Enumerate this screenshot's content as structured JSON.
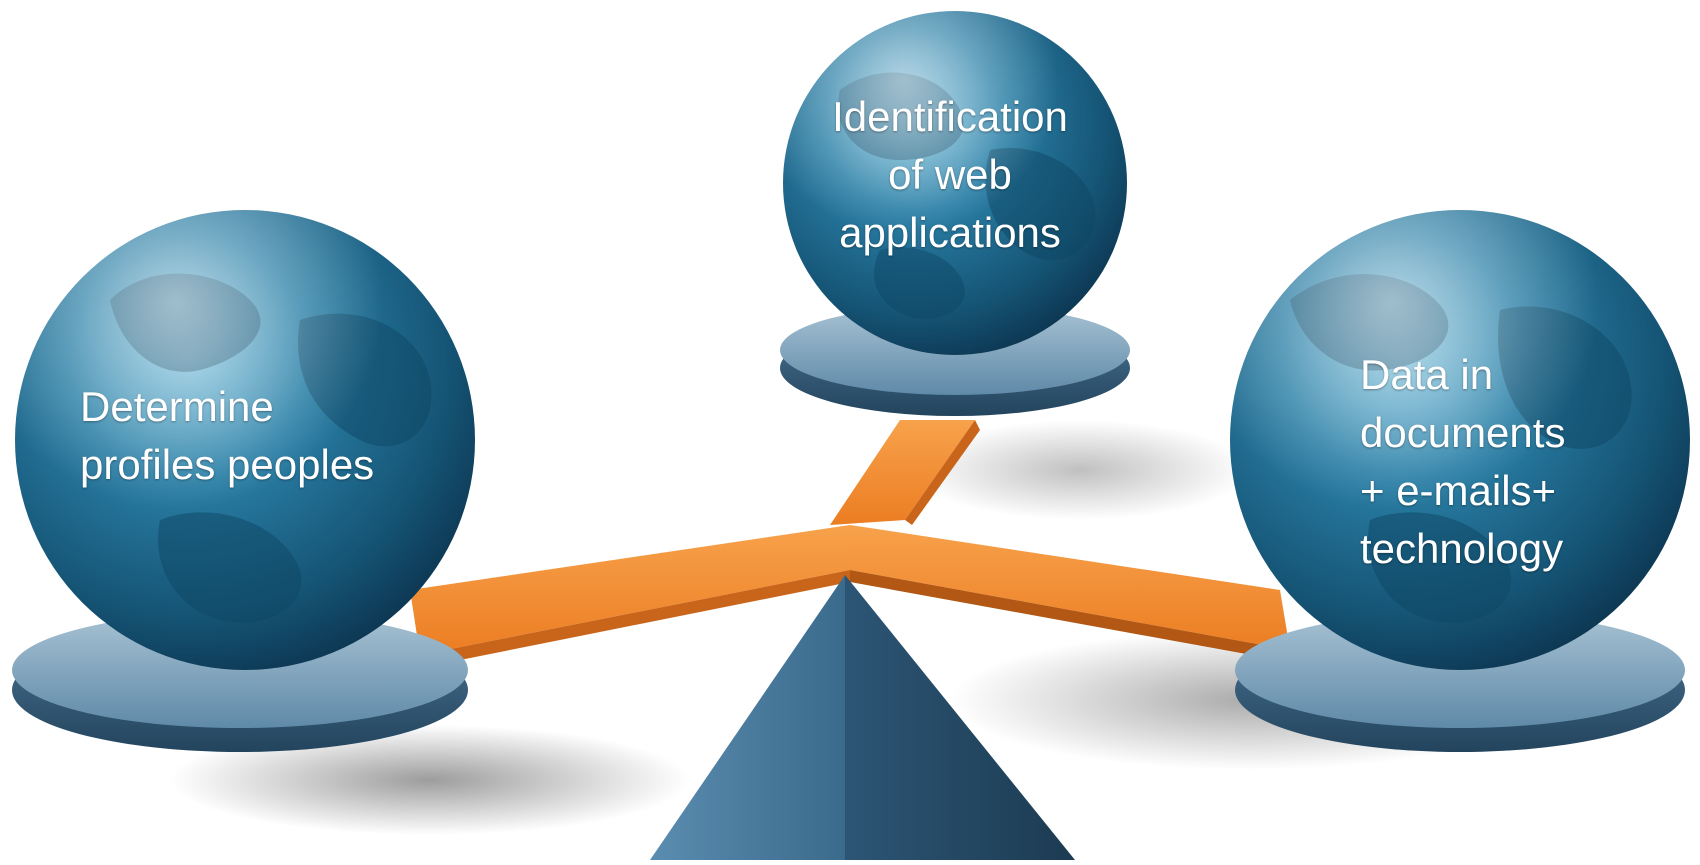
{
  "diagram": {
    "globes": [
      {
        "id": "left",
        "lines": [
          "Determine",
          "profiles peoples"
        ]
      },
      {
        "id": "top",
        "lines": [
          "Identification",
          "of web",
          "applications"
        ]
      },
      {
        "id": "right",
        "lines": [
          "Data in",
          "documents",
          "+ e-mails+",
          "technology"
        ]
      }
    ],
    "colors": {
      "globe_dark": "#0d3d5c",
      "globe_mid": "#1f6f94",
      "globe_light": "#5aa9c8",
      "beam": "#f08a2e",
      "beam_dark": "#c9651a",
      "platform": "#4f7a99",
      "platform_light": "#9ab8cc",
      "fulcrum": "#3d6f92",
      "fulcrum_dark": "#2a516d",
      "text": "#ffffff"
    }
  }
}
